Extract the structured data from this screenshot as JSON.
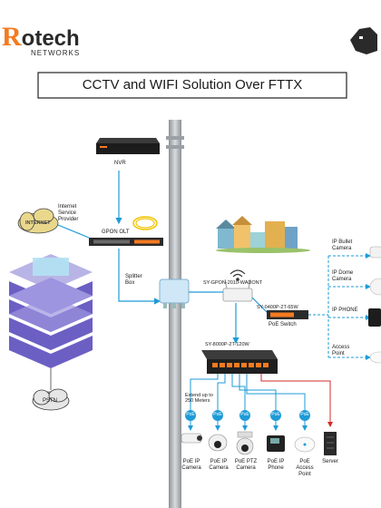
{
  "brand": {
    "logo_r": "R",
    "logo_rest": "otech",
    "logo_sub": "NETWORKS",
    "accent": "#f47a20",
    "line_blue": "#1e9bd7"
  },
  "title": "CCTV and WIFI Solution Over FTTX",
  "labels": {
    "nvr": "NVR",
    "isp": "Internet Service Provider",
    "internet": "INTERNET",
    "gpon_olt": "GPON OLT",
    "splitter": "Splitter Box",
    "pstn": "PSTN",
    "ont": "SY-GPON-2010-WADONT",
    "poe_switch_model": "SY-0400P-2T-65W",
    "poe_switch": "PoE Switch",
    "big_switch": "SY-8000P-2T-120W",
    "extend": "Extend up to 250 Meters",
    "poe": "PoE"
  },
  "right_devices": [
    {
      "name": "ip-bullet-camera",
      "label": "IP Bullet Camera"
    },
    {
      "name": "ip-dome-camera",
      "label": "IP Dome Camera"
    },
    {
      "name": "ip-phone",
      "label": "IP PHONE"
    },
    {
      "name": "access-point",
      "label": "Access Point"
    }
  ],
  "bottom_devices": [
    {
      "name": "poe-ip-camera",
      "label": "PoE IP Camera"
    },
    {
      "name": "poe-ip-camera-dome",
      "label": "PoE IP Camera"
    },
    {
      "name": "poe-ptz-camera",
      "label": "PoE PTZ Camera"
    },
    {
      "name": "poe-ip-phone",
      "label": "PoE IP Phone"
    },
    {
      "name": "poe-access-point",
      "label": "PoE Access Point"
    },
    {
      "name": "server",
      "label": "Server"
    }
  ]
}
